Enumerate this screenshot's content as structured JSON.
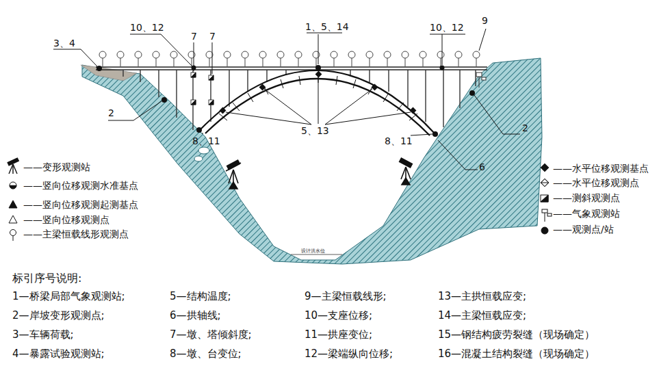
{
  "diagram": {
    "labels": [
      "3、4",
      "10、12",
      "7",
      "7",
      "1、5、14",
      "10、12",
      "9",
      "2",
      "5、13",
      "8、11",
      "8、11",
      "2",
      "6",
      "设计洪水位",
      "标引序号说明:",
      "1—桥梁局部气象观测站;",
      "2—岸坡变形观测点;",
      "3—车辆荷载;",
      "4—暴露试验观测站;",
      "5—结构温度;",
      "6—拱轴线;",
      "7—墩、塔倾斜度;",
      "8—墩、台变位;",
      "9—主梁恒载线形;",
      "10—支座位移;",
      "11—拱座变位;",
      "12—梁端纵向位移;",
      "13—主拱恒载应变;",
      "14—主梁恒载应变;",
      "15—钢结构疲劳裂缝（现场确定）",
      "16—混凝土结构裂缝（现场确定）"
    ],
    "legend": [
      {
        "text": "——变形观测站"
      },
      {
        "text": "——竖向位移观测水准基点"
      },
      {
        "text": "——竖向位移观测起测基点"
      },
      {
        "text": "——竖向位移观测点"
      },
      {
        "text": "——主梁恒载线形观测点"
      },
      {
        "text": "——水平位移观测基点"
      },
      {
        "text": "——水平位移观测点"
      },
      {
        "text": "——测斜观测点"
      },
      {
        "text": "——气象观测站"
      },
      {
        "text": "——观测点/站"
      }
    ]
  }
}
